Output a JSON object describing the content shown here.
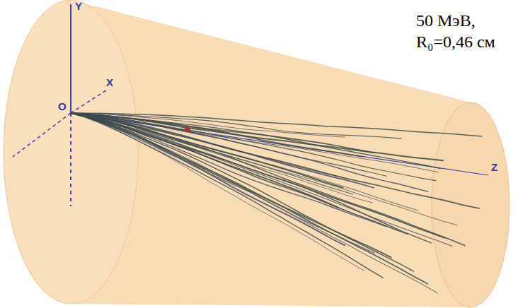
{
  "diagram": {
    "labels": [
      "Y",
      "X",
      "O",
      "Z",
      "50 МэВ,",
      "R₀=0,46 см"
    ]
  }
}
